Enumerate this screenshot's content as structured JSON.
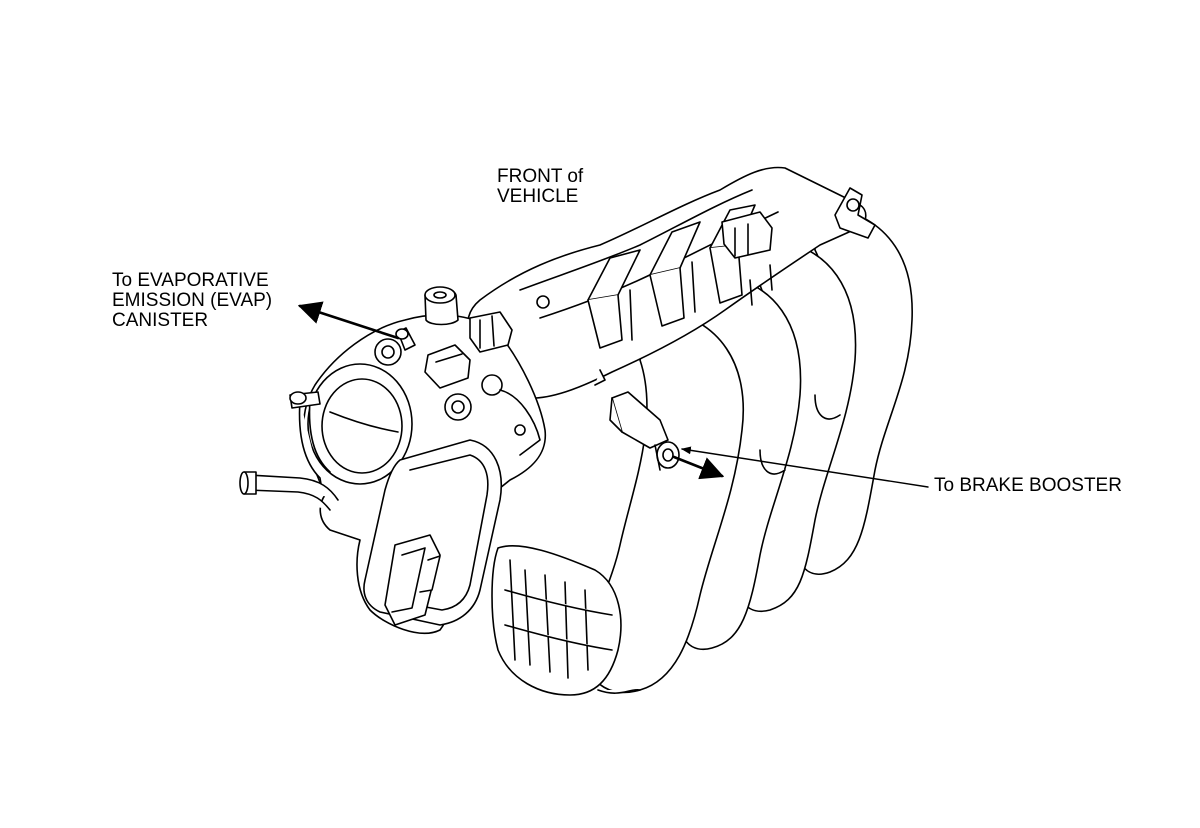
{
  "diagram": {
    "labels": {
      "front_of_vehicle": {
        "line1": "FRONT of",
        "line2": "VEHICLE"
      },
      "evap_canister": {
        "line1": "To EVAPORATIVE",
        "line2": "EMISSION (EVAP)",
        "line3": "CANISTER"
      },
      "brake_booster": {
        "line1": "To BRAKE BOOSTER"
      }
    },
    "colors": {
      "line": "#000000",
      "background": "#ffffff",
      "fill": "#ffffff"
    }
  }
}
